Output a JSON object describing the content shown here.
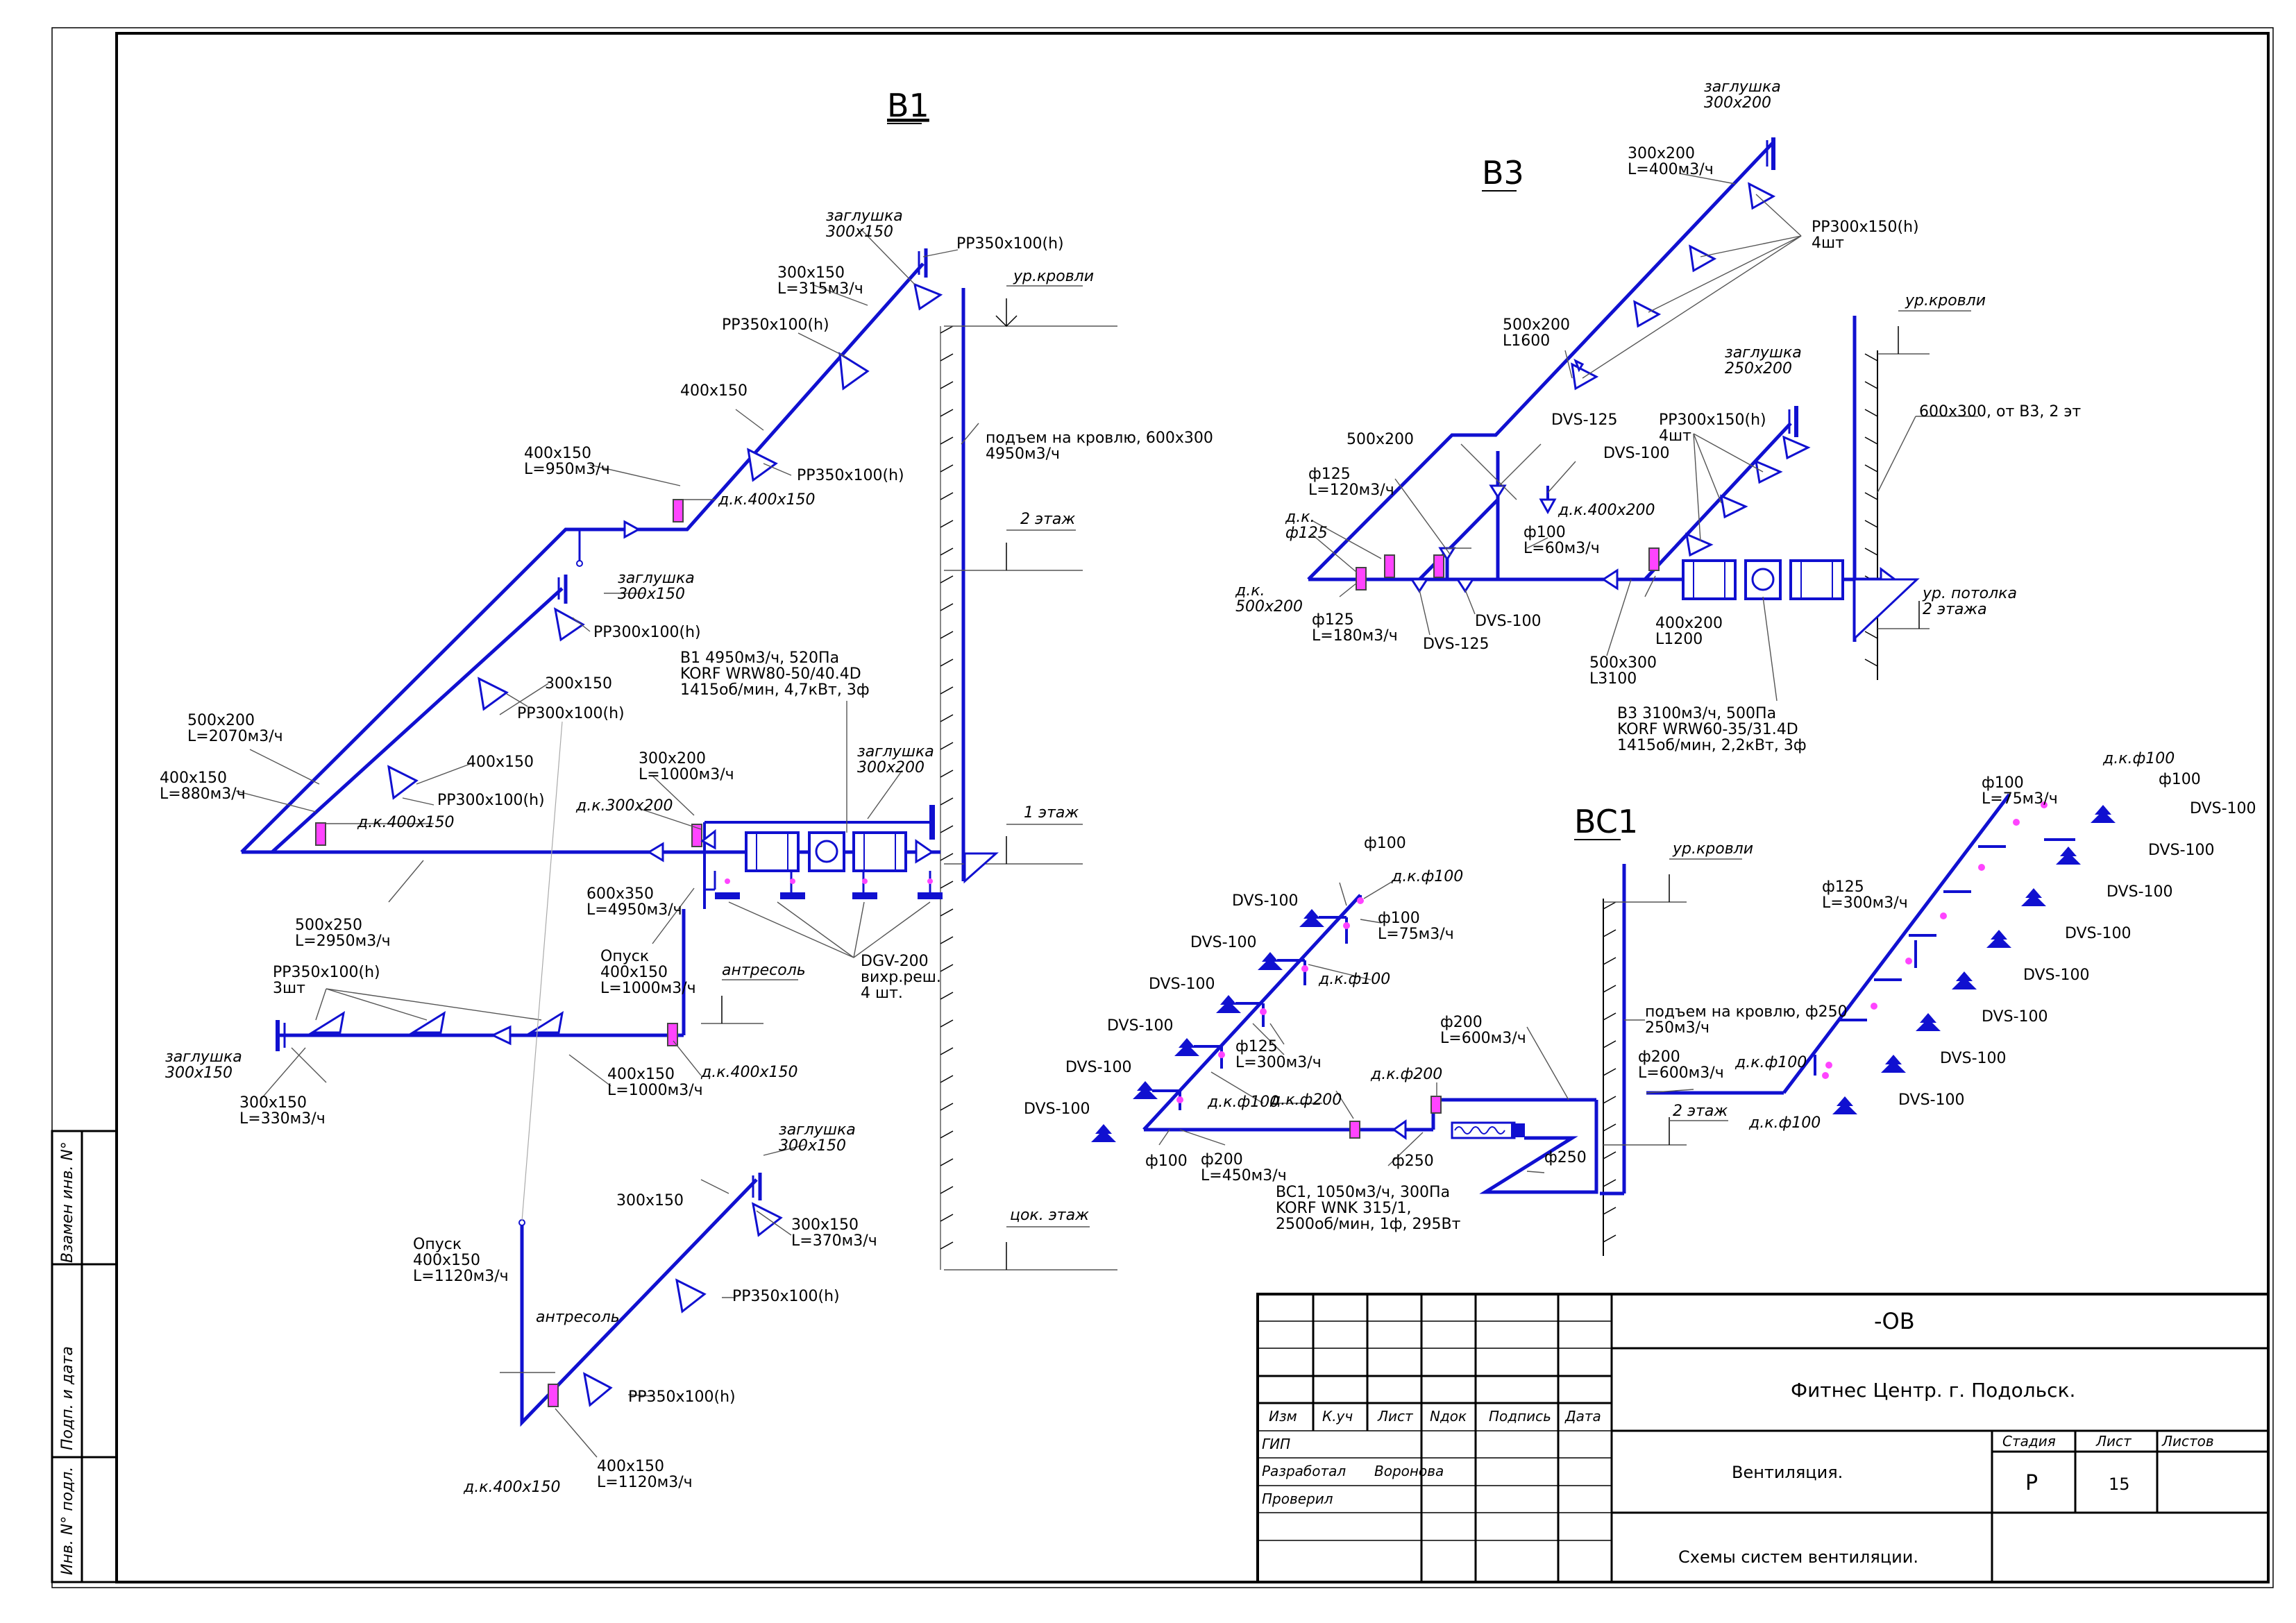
{
  "systems": {
    "b1": "B1",
    "b3": "B3",
    "bc1": "BC1"
  },
  "levels": {
    "roof": "ур.кровли",
    "floor2": "2 этаж",
    "floor1": "1 этаж",
    "mezz": "антресоль",
    "basement": "цок. этаж",
    "ceiling2": "ур. потолка\n2 этажа"
  },
  "b1": {
    "cap1": "заглушка\n300х150",
    "pr_top": "PP350x100(h)",
    "d_300x150_315": "300x150\nL=315м3/ч",
    "pr2": "PP350x100(h)",
    "d_400x150": "400x150",
    "pr3": "PP350x100(h)",
    "d_400x150_950": "400x150\nL=950м3/ч",
    "dk400_1": "д.к.400х150",
    "rise": "подъем на кровлю, 600х300\n4950м3/ч",
    "cap2": "заглушка\n300х150",
    "pr4": "PP300x100(h)",
    "d_300x150": "300x150",
    "pr5": "PP300x100(h)",
    "d_500x200": "500x200\nL=2070м3/ч",
    "d_400x150b": "400x150",
    "d_400x150_880": "400x150\nL=880м3/ч",
    "pr6": "PP300x100(h)",
    "dk400_2": "д.к.400х150",
    "unit": "B1   4950м3/ч, 520Па\nKORF WRW80-50/40.4D\n1415об/мин, 4,7кВт, 3ф",
    "d_300x200": "300x200\nL=1000м3/ч",
    "dk300": "д.к.300х200",
    "cap3": "заглушка\n300х200",
    "d_500x250": "500x250\nL=2950м3/ч",
    "d_600x350": "600x350\nL=4950м3/ч",
    "opusk": "Опуск\n400х150\nL=1000м3/ч",
    "dgv": "DGV-200\nвихр.реш.\n4 шт.",
    "pr7": "PP350x100(h)\n3шт",
    "cap4": "заглушка\n300х150",
    "dk400_3": "д.к.400х150",
    "d_400x150_1000": "400x150\nL=1000м3/ч",
    "d_300x150_330": "300x150\nL=330м3/ч",
    "cap5": "заглушка\n300х150",
    "d_300x150c": "300x150",
    "d_300x150_370": "300x150\nL=370м3/ч",
    "opusk2": "Опуск\n400х150\nL=1120м3/ч",
    "pr8": "PP350x100(h)",
    "pr9": "PP350x100(h)",
    "dk400_4": "д.к.400х150",
    "d_400x150_1120": "400x150\nL=1120м3/ч"
  },
  "b3": {
    "cap1": "заглушка\n300х200",
    "d_300x200": "300x200\nL=400м3/ч",
    "pr1": "PP300x150(h)\n4шт",
    "d_500x200_1600": "500x200\nL1600",
    "cap2": "заглушка\n250х200",
    "dvs125_a": "DVS-125",
    "pr2": "PP300x150(h)\n4шт",
    "d_500x200": "500x200",
    "dvs100_a": "DVS-100",
    "rise": "600х300, от В3, 2 эт",
    "d_125_120": "ф125\nL=120м3/ч",
    "dk125": "д.к.\nф125",
    "dk400": "д.к.400х200",
    "d_100_60": "ф100\nL=60м3/ч",
    "dk500": "д.к.\n500х200",
    "d_125_180": "ф125\nL=180м3/ч",
    "dvs125_b": "DVS-125",
    "dvs100_b": "DVS-100",
    "d_400x200": "400x200\nL1200",
    "d_500x300": "500x300\nL3100",
    "unit": "B3   3100м3/ч, 500Па\nKORF WRW60-35/31.4D\n1415об/мин, 2,2кВт, 3ф"
  },
  "bc1": {
    "d100_top": "ф100",
    "dk100_1": "д.к.ф100",
    "d100_75": "ф100\nL=75м3/ч",
    "dk100_2": "д.к.ф100",
    "d125_300": "ф125\nL=300м3/ч",
    "dk100_3": "д.к.ф100",
    "dk200": "д.к.ф200",
    "dk200b": "д.к.ф200",
    "d100_bot": "ф100",
    "d200_450": "ф200\nL=450м3/ч",
    "d250": "ф250",
    "d250b": "ф250",
    "d200_600": "ф200\nL=600м3/ч",
    "unit": "BC1, 1050м3/ч, 300Па\nKORF WNK 315/1,\n2500об/мин, 1ф, 295Вт",
    "rise": "подъем на кровлю, ф250\n250м3/ч",
    "d200_600b": "ф200\nL=600м3/ч",
    "dk100_4": "д.к.ф100",
    "dk100_5": "д.к.ф100",
    "d125_300b": "ф125\nL=300м3/ч",
    "d100_75b": "ф100\nL=75м3/ч",
    "dk100_top": "д.к.ф100",
    "d100_r": "ф100",
    "dvs": "DVS-100"
  },
  "stamp": {
    "code": "-ОВ",
    "project": "Фитнес Центр. г. Подольск.",
    "h_izm": "Изм",
    "h_kuch": "К.уч",
    "h_list": "Лист",
    "h_ndok": "Nдок",
    "h_podp": "Подпись",
    "h_data": "Дата",
    "gip": "ГИП",
    "razrab": "Разработал",
    "razrab_name": "Воронова",
    "prover": "Проверил",
    "section": "Вентиляция.",
    "h_stadia": "Стадия",
    "h_list2": "Лист",
    "h_listov": "Листов",
    "stadia": "Р",
    "sheet": "15",
    "drawing": "Схемы систем вентиляции."
  },
  "side": {
    "s1": "Взамен инв. N°",
    "s2": "Подп. и дата",
    "s3": "Инв. N° подл."
  }
}
